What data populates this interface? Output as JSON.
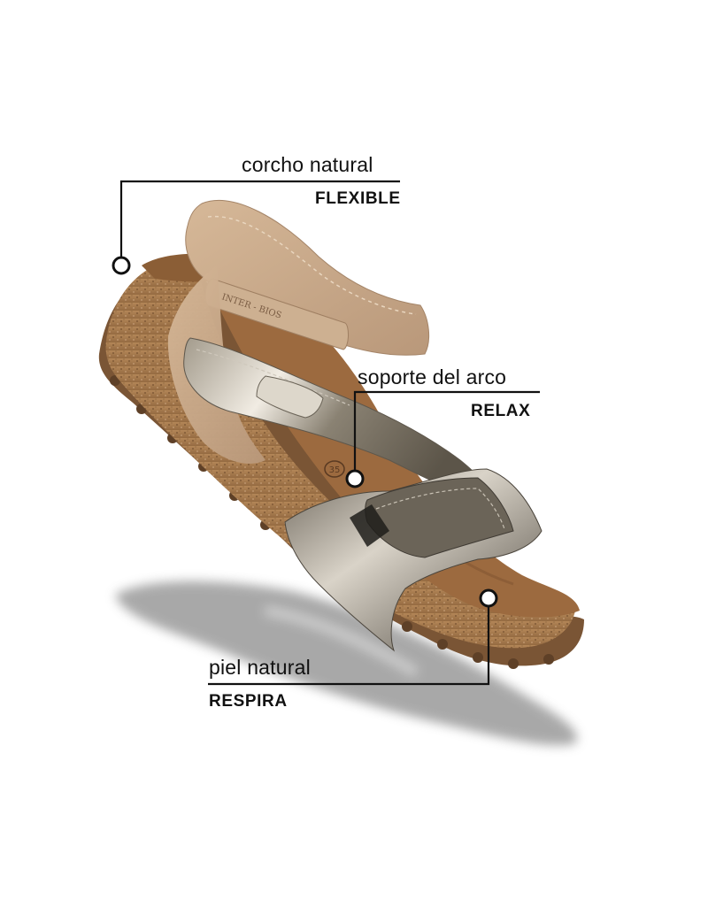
{
  "callouts": [
    {
      "feature": "corcho natural",
      "benefit": "FLEXIBLE"
    },
    {
      "feature": "soporte del arco",
      "benefit": "RELAX"
    },
    {
      "feature": "piel natural",
      "benefit": "RESPIRA"
    }
  ],
  "brand_mark": "INTER - BIOS",
  "insole_size": "35",
  "colors": {
    "background": "#ffffff",
    "leader_line": "#111111",
    "cork": "#a57a4e",
    "sole": "#7a5535",
    "strap_suede": "#c9a98a",
    "metallic": "#8d8577",
    "shadow": "#9a9a9a"
  }
}
